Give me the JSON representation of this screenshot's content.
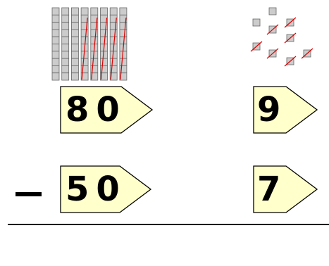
{
  "colors": {
    "card_fill": "#ffffcc",
    "card_stroke": "#000000",
    "cube_fill": "#cccccc",
    "cube_stroke": "#666666",
    "slash": "#dd0000"
  },
  "blocks": {
    "tens_rods": 8,
    "tens_crossed": 5,
    "cubes_per_rod": 10,
    "ones_cubes": 9,
    "ones_crossed": 7
  },
  "problem": {
    "top_tens": "80",
    "top_ones": "9",
    "operator": "−",
    "bottom_tens": "50",
    "bottom_ones": "7"
  }
}
